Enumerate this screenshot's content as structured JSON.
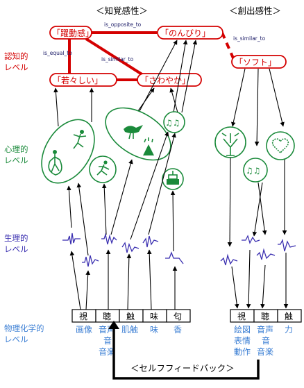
{
  "headers": {
    "perception": "＜知覚感性＞",
    "creation": "＜創出感性＞"
  },
  "levels": {
    "cognitive": [
      "認知的",
      "レベル"
    ],
    "psychological": [
      "心理的",
      "レベル"
    ],
    "physiological": [
      "生理的",
      "レベル"
    ],
    "physicochemical": [
      "物理化学的",
      "レベル"
    ]
  },
  "kansei_words": {
    "yakudo": "「躍動感」",
    "nonbiri": "「のんびり」",
    "soft": "「ソフト」",
    "wakawakashii": "「若々しい」",
    "sawayaka": "「さわやか」"
  },
  "relations": {
    "opposite": "is_opposite_to",
    "similar_top": "is_similar_to",
    "equal": "is_equal_to",
    "similar_mid": "is_similar_to"
  },
  "senses_left": [
    "視",
    "聴",
    "触",
    "味",
    "匂"
  ],
  "senses_right": [
    "視",
    "聴",
    "触"
  ],
  "physical_left": [
    [
      "画像"
    ],
    [
      "音声",
      "音",
      "音楽"
    ],
    [
      "肌触"
    ],
    [
      "味"
    ],
    [
      "香"
    ]
  ],
  "physical_right": [
    [
      "絵図",
      "表情",
      "動作"
    ],
    [
      "音声",
      "音",
      "音楽"
    ],
    [
      "力"
    ]
  ],
  "feedback": "＜セルフフィードバック＞",
  "icons": {
    "athlete_a": "jumping-athlete-icon",
    "athlete_b": "skipping-rope-icon",
    "runner": "runner-icon",
    "bird": "bird-icon",
    "mountain": "mountain-weather-icon",
    "music": "music-notes-icon",
    "cake": "cake-icon",
    "tree": "tree-icon",
    "heart": "heart-icon"
  },
  "colors": {
    "cognitive": "#d40000",
    "psychological": "#1a8a3a",
    "physiological": "#3a2fb0",
    "physical": "#3c7fd4"
  }
}
